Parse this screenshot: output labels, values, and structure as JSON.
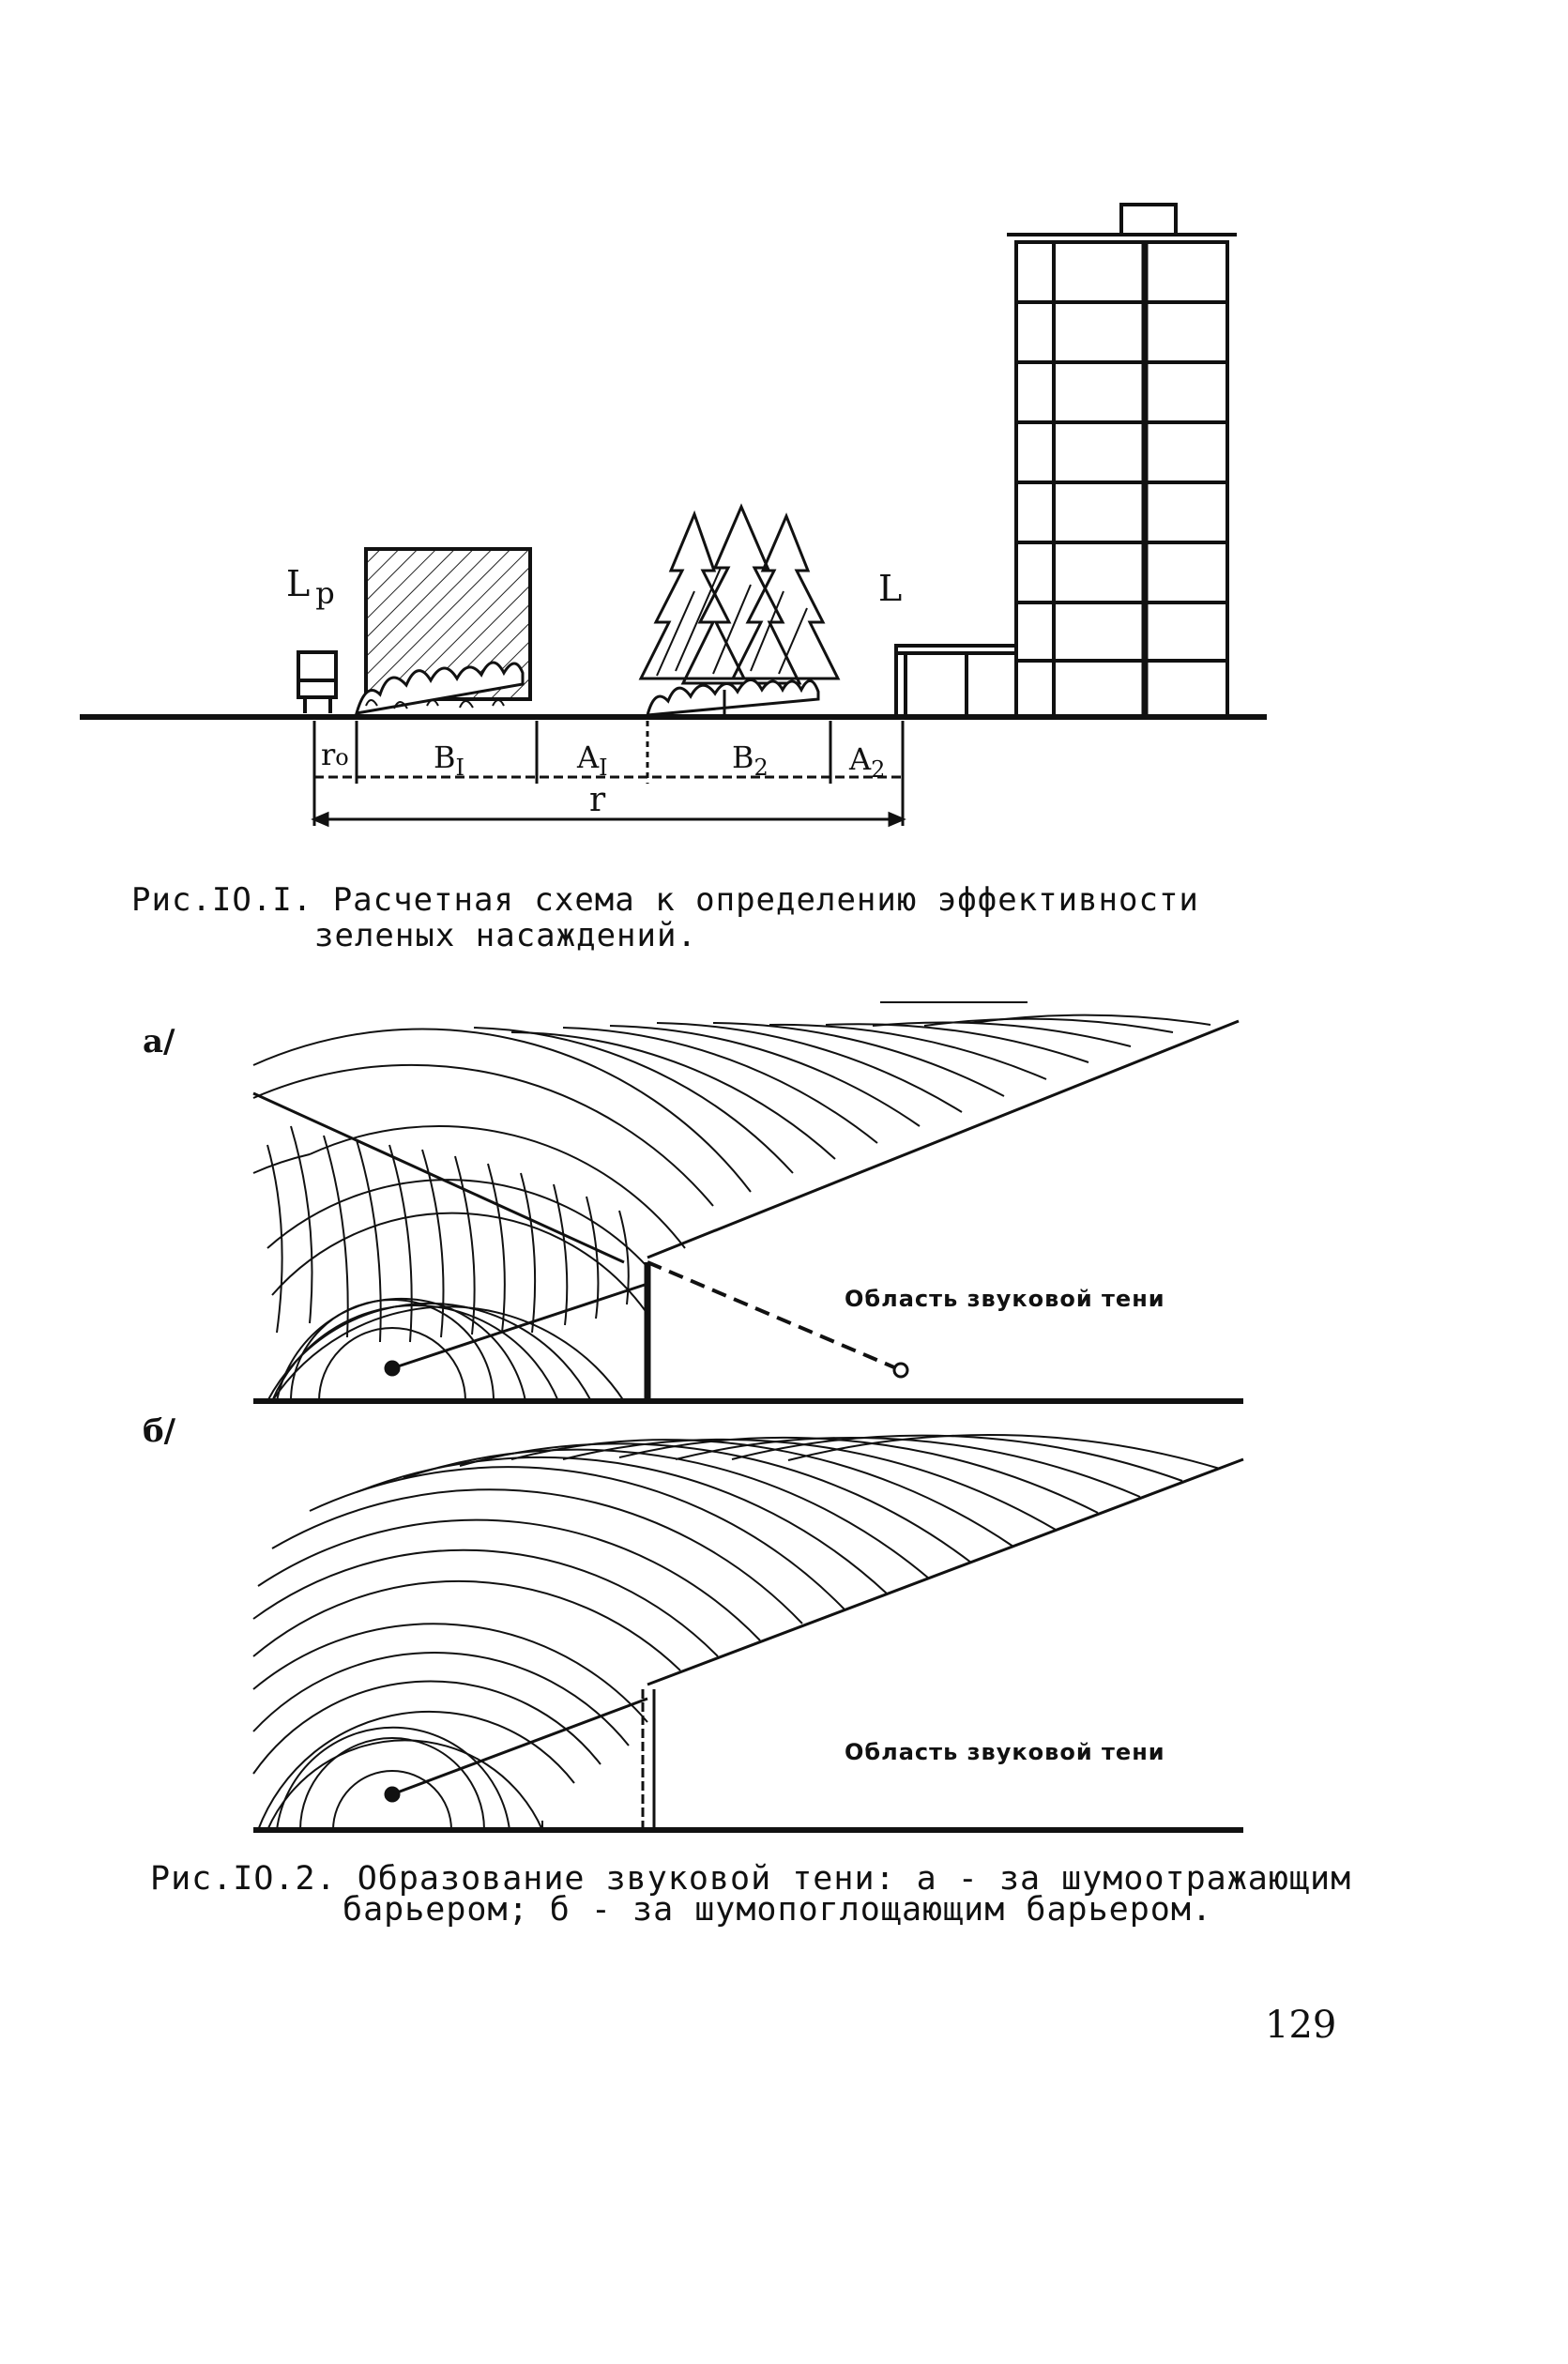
{
  "figure1": {
    "labels": {
      "lp": "L",
      "lp_sub": "p",
      "l": "L",
      "r0": "r",
      "r0_sub": "o",
      "b1": "B",
      "b1_sub": "I",
      "a1": "A",
      "a1_sub": "I",
      "b2": "B",
      "b2_sub": "2",
      "a2": "A",
      "a2_sub": "2",
      "r": "r"
    },
    "caption_line1": "Рис.IO.I. Расчетная схема к определению эффективности",
    "caption_line2": "зеленых насаждений."
  },
  "figure2": {
    "panel_a_label": "а/",
    "panel_b_label": "б/",
    "shadow_label_a": "Область звуковой тени",
    "shadow_label_b": "Область звуковой тени",
    "caption_line1": "Рис.IO.2. Образование звуковой тени: а - за шумоотражающим",
    "caption_line2": "барьером; б - за шумопоглощающим барьером."
  },
  "page_number": "129"
}
